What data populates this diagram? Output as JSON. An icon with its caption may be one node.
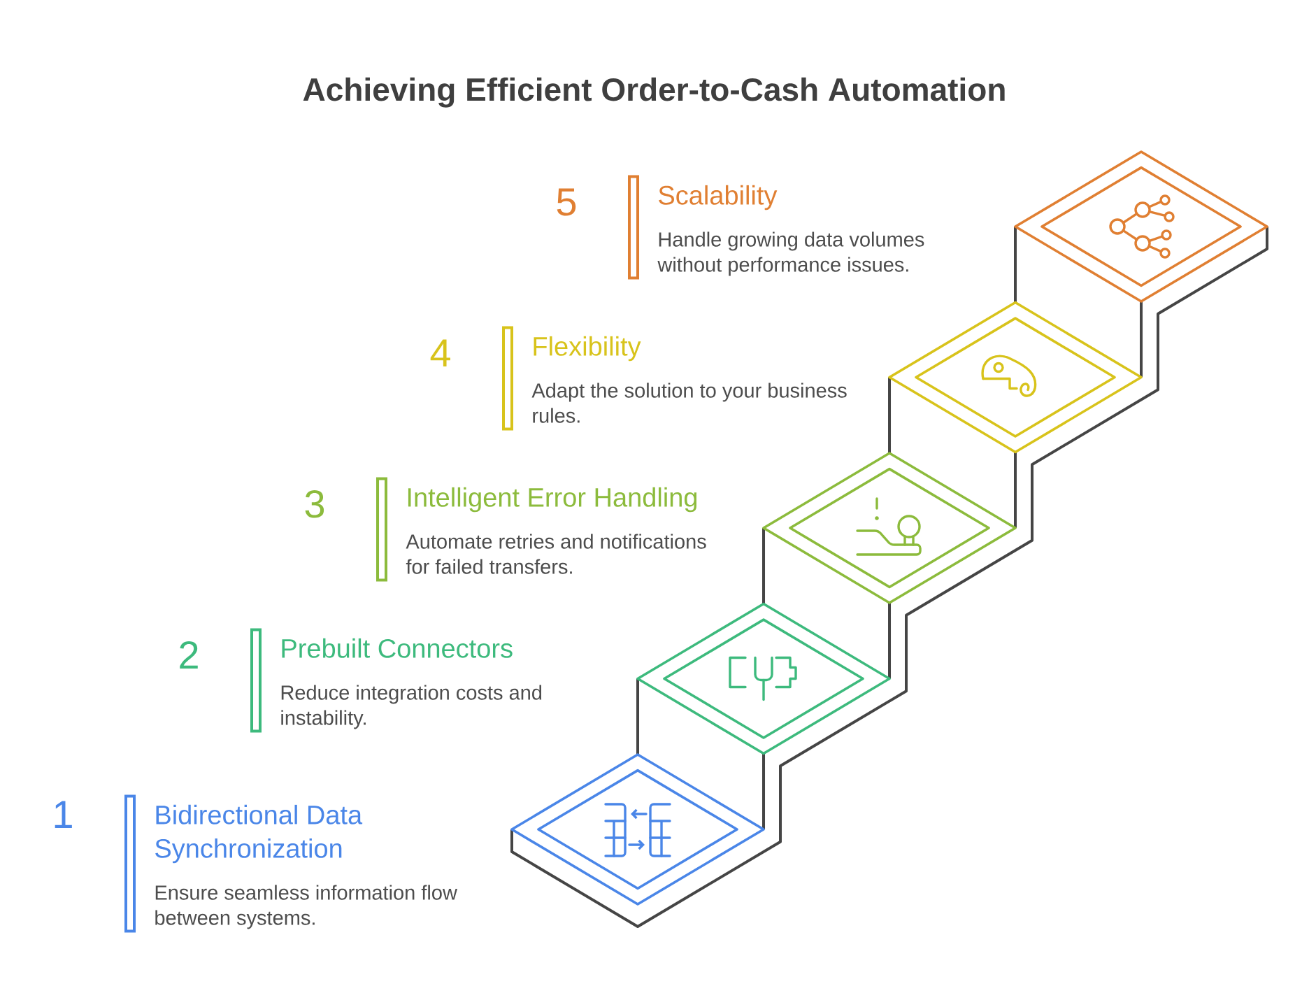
{
  "diagram": {
    "title": "Achieving Efficient Order-to-Cash Automation",
    "nodes": [
      {
        "text": [
          "Bidirectional Data Synchronization",
          "Ensure seamless information flow between systems."
        ],
        "beside": [
          "1"
        ]
      },
      {
        "text": [
          "Prebuilt Connectors",
          "Reduce integration costs and instability."
        ],
        "beside": [
          "2"
        ]
      },
      {
        "text": [
          "Intelligent Error Handling",
          "Automate retries and notifications for failed transfers."
        ],
        "beside": [
          "3"
        ]
      },
      {
        "text": [
          "Flexibility",
          "Adapt the solution to your business rules."
        ],
        "beside": [
          "4"
        ]
      },
      {
        "text": [
          "Scalability",
          "Handle growing data volumes without performance issues."
        ],
        "beside": [
          "5"
        ]
      }
    ]
  }
}
